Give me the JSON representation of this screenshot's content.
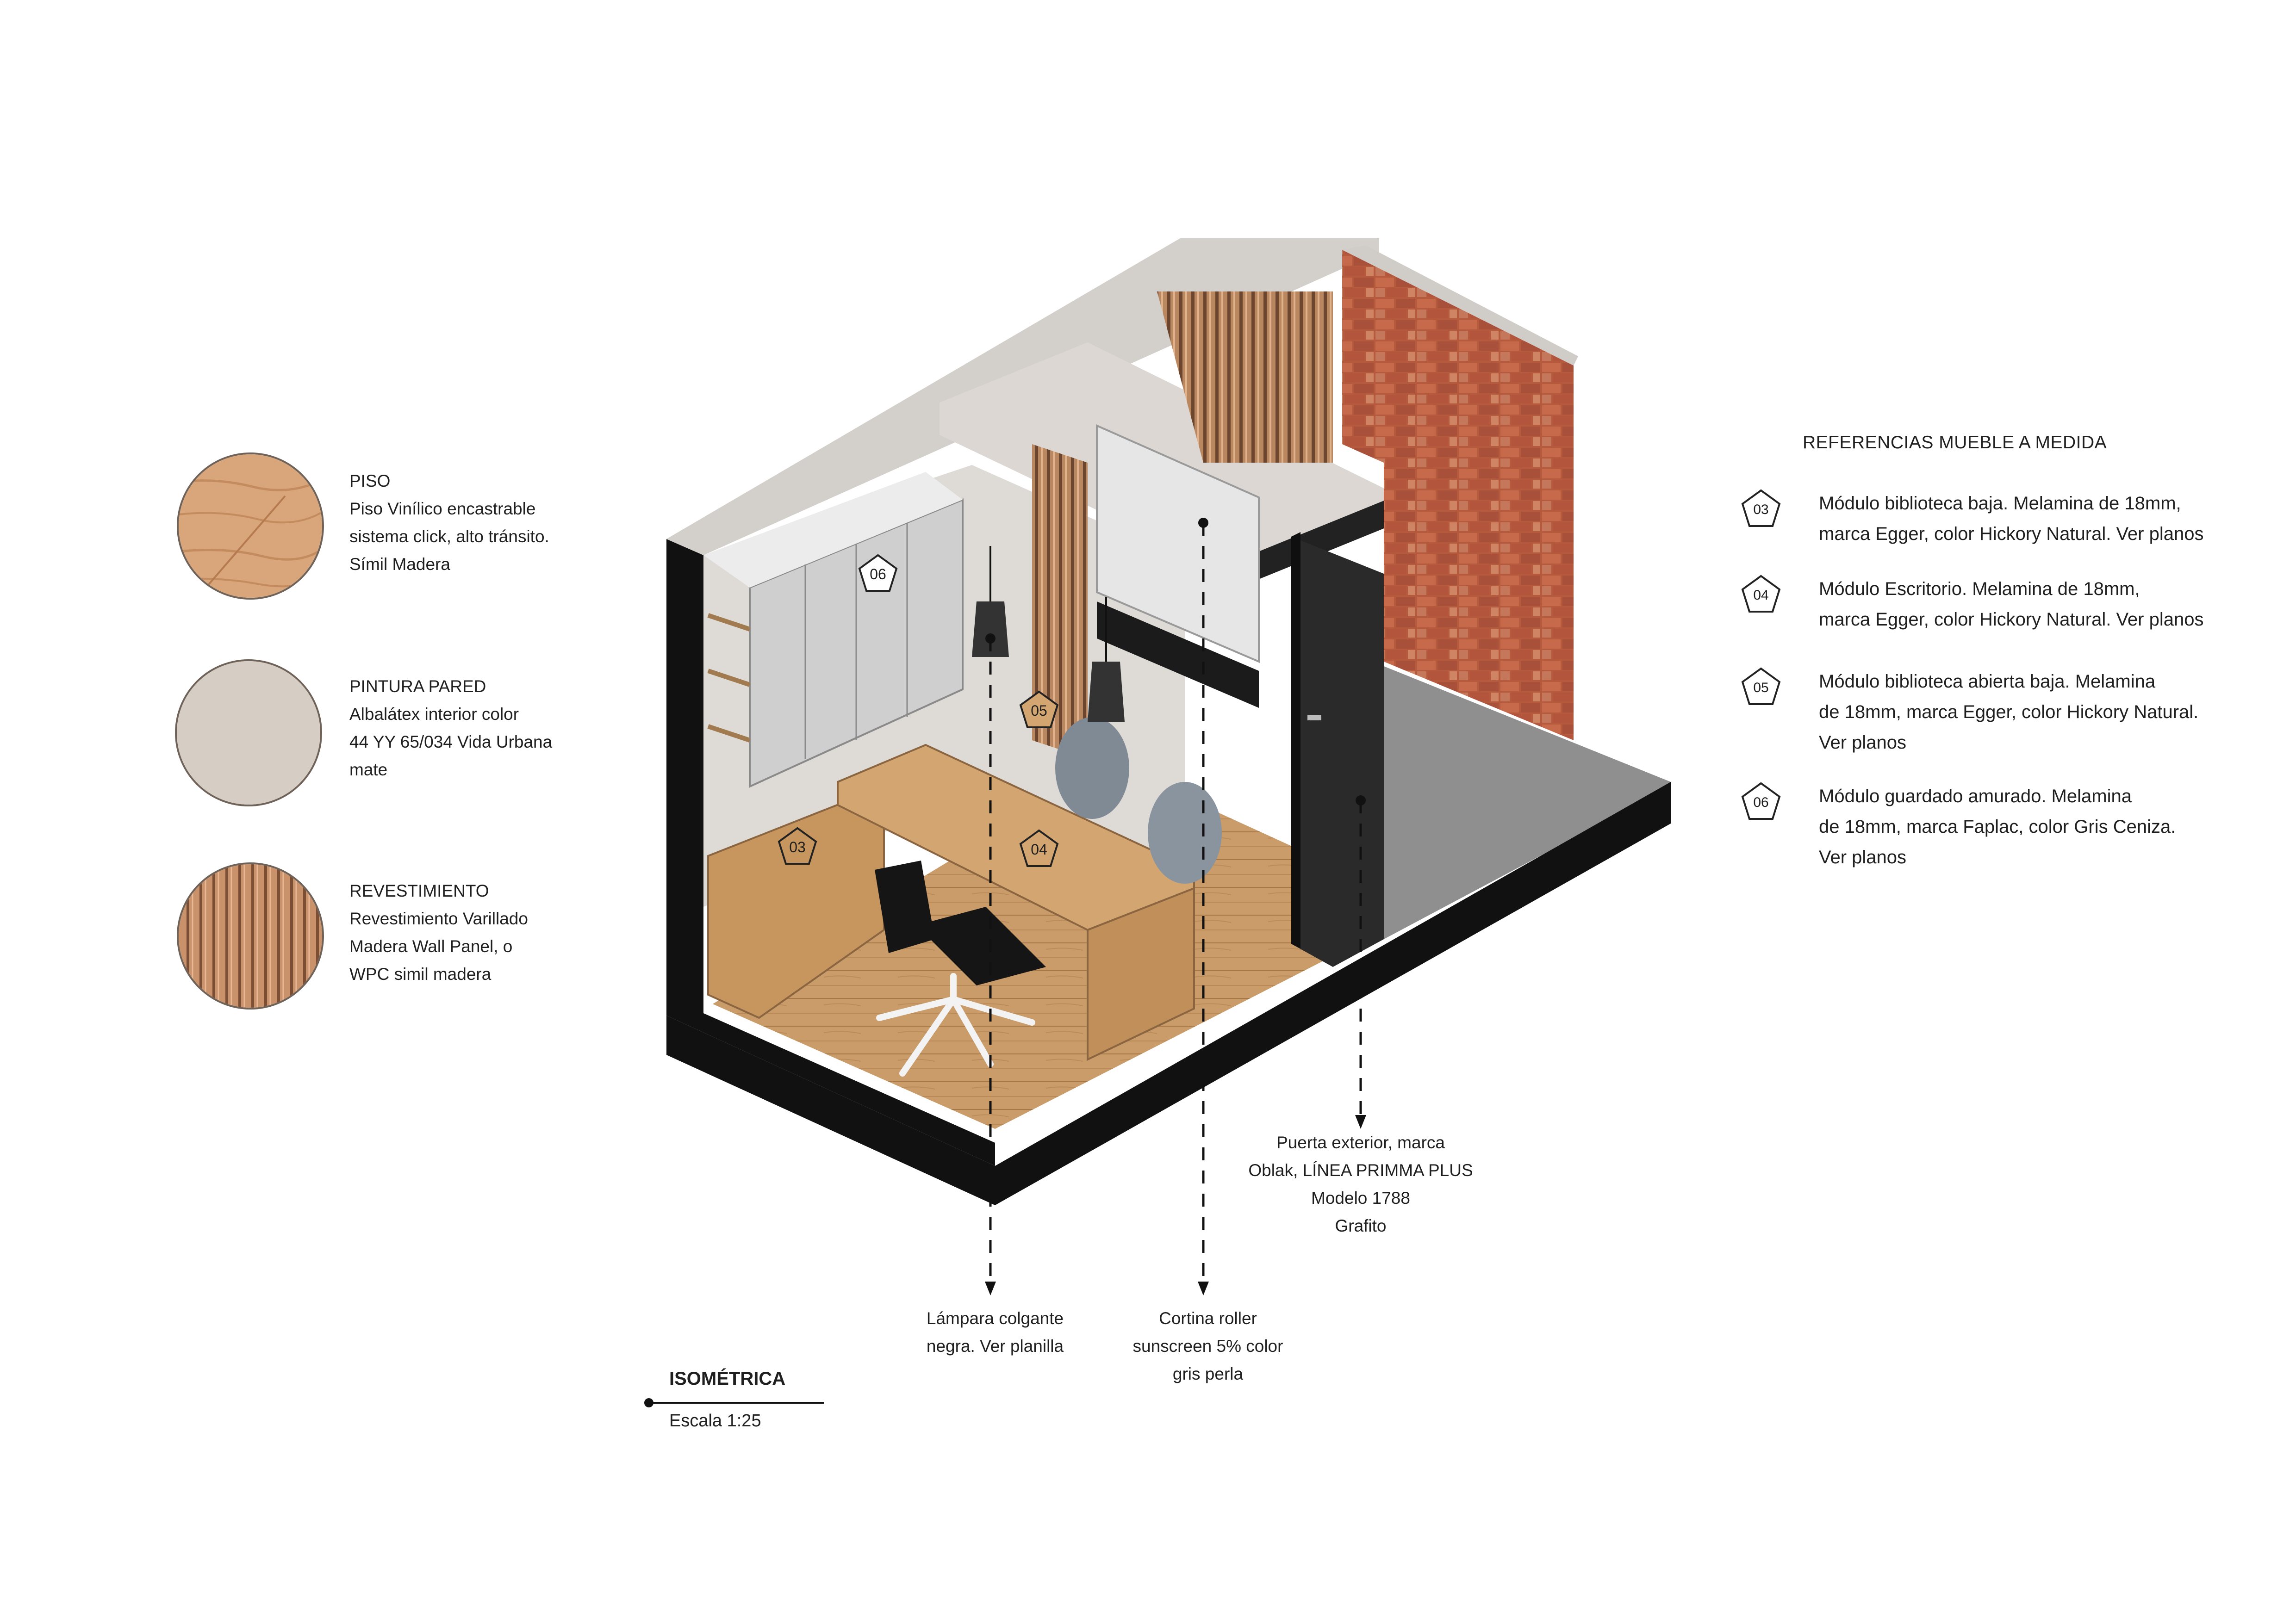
{
  "materials": [
    {
      "title": "PISO",
      "lines": [
        "Piso Vinílico encastrable",
        "sistema click, alto tránsito.",
        "Símil Madera"
      ],
      "swatch_color": "#d9a57a",
      "swatch_type": "wood-floor-icon"
    },
    {
      "title": "PINTURA PARED",
      "lines": [
        "Albalátex interior color",
        "44 YY 65/034 Vida Urbana",
        "mate"
      ],
      "swatch_color": "#d6cdc4",
      "swatch_type": "paint-icon"
    },
    {
      "title": "REVESTIMIENTO",
      "lines": [
        "Revestimiento Varillado",
        "Madera Wall Panel, o",
        "WPC simil madera"
      ],
      "swatch_color": "#b07e5c",
      "swatch_type": "slat-panel-icon"
    }
  ],
  "references": {
    "title": "REFERENCIAS MUEBLE A MEDIDA",
    "items": [
      {
        "code": "03",
        "lines": [
          "Módulo biblioteca baja. Melamina de 18mm,",
          "marca Egger, color Hickory Natural. Ver planos"
        ]
      },
      {
        "code": "04",
        "lines": [
          "Módulo Escritorio. Melamina de 18mm,",
          "marca Egger, color Hickory Natural. Ver planos"
        ]
      },
      {
        "code": "05",
        "lines": [
          "Módulo biblioteca abierta baja. Melamina",
          "de 18mm, marca Egger, color Hickory Natural.",
          "Ver planos"
        ]
      },
      {
        "code": "06",
        "lines": [
          "Módulo guardado amurado. Melamina",
          "de 18mm, marca Faplac, color Gris Ceniza.",
          "Ver planos"
        ]
      }
    ]
  },
  "callouts": {
    "door": [
      "Puerta exterior, marca",
      "Oblak, LÍNEA PRIMMA PLUS",
      "Modelo 1788",
      "Grafito"
    ],
    "lamp": [
      "Lámpara colgante",
      "negra. Ver planilla"
    ],
    "curtain": [
      "Cortina roller",
      "sunscreen 5% color",
      "gris perla"
    ]
  },
  "drawing_tags": [
    "06",
    "05",
    "03",
    "04"
  ],
  "title_block": {
    "title": "ISOMÉTRICA",
    "scale": "Escala 1:25"
  },
  "colors": {
    "wood": "#c79a66",
    "wall": "#d9d4cf",
    "cabinet_grey": "#cfcfcf",
    "brick": "#b5553a",
    "floor_grey": "#8d8d8d",
    "black": "#111111"
  }
}
